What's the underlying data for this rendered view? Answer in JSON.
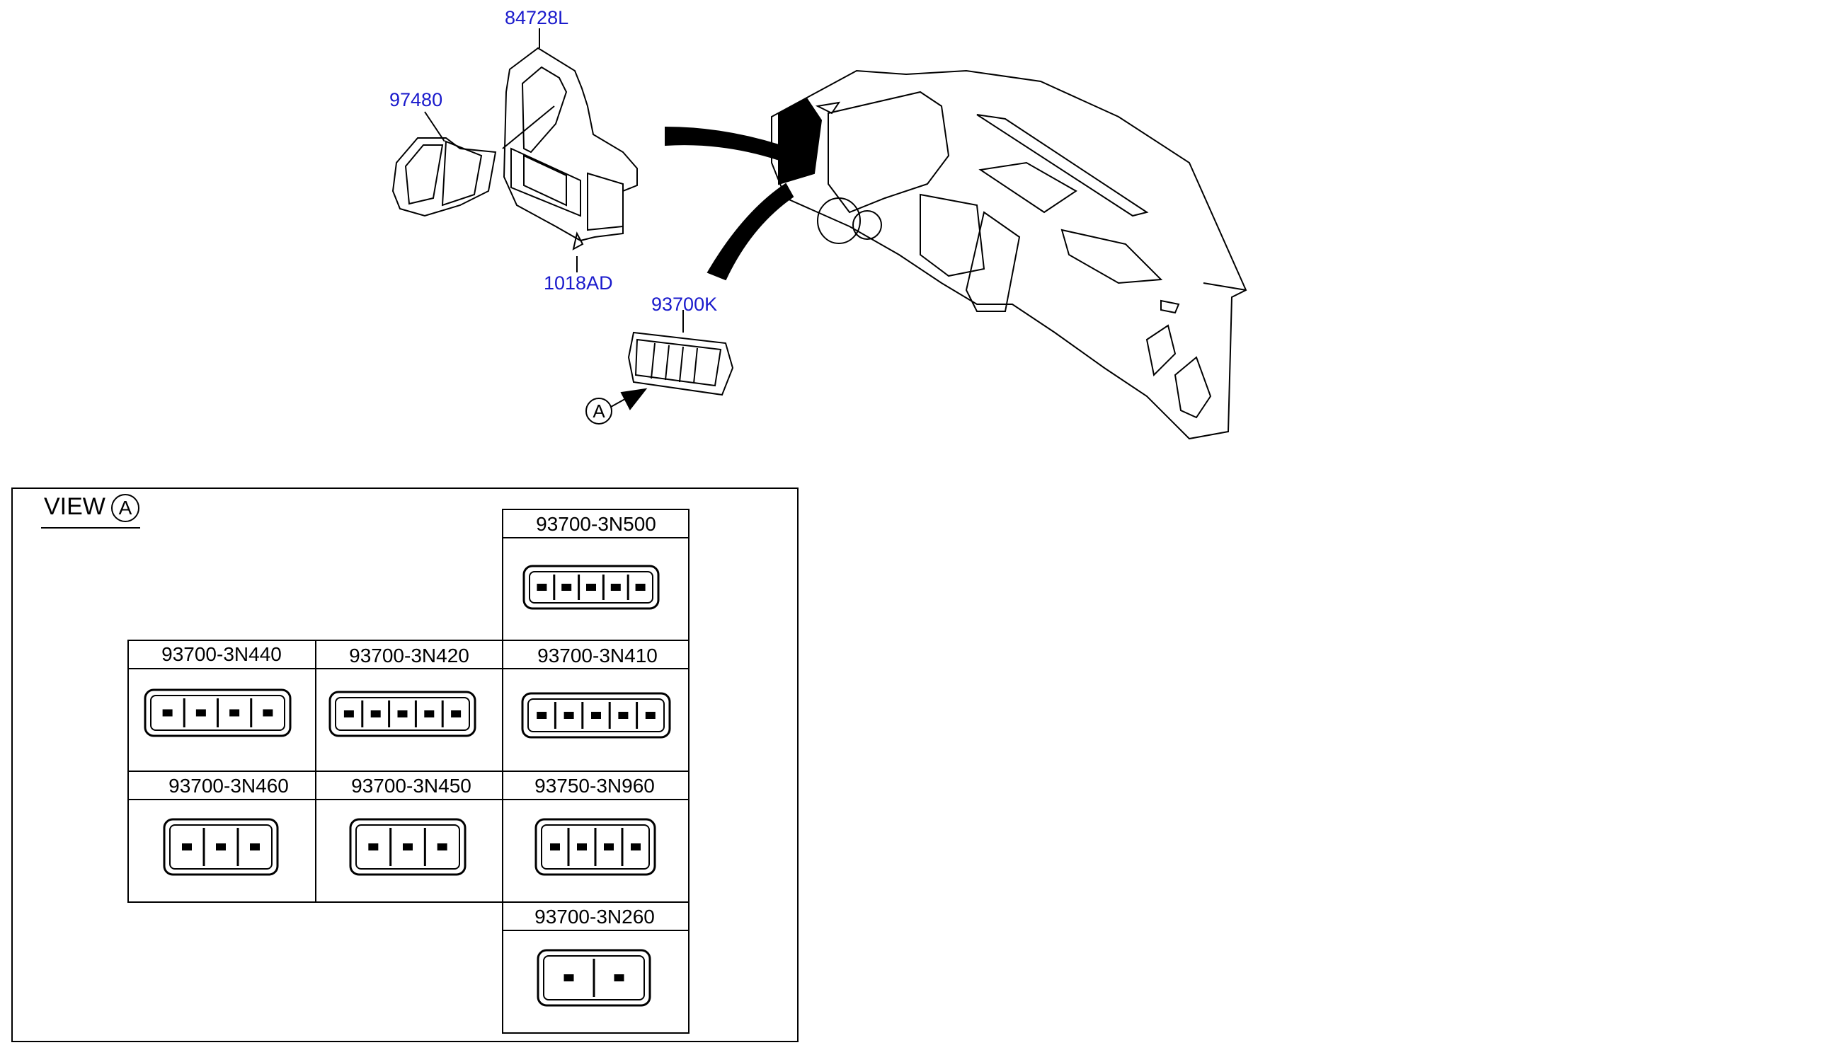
{
  "callouts": {
    "p1": "84728L",
    "p2": "97480",
    "p3": "1018AD",
    "p4": "93700K"
  },
  "view": {
    "title": "VIEW",
    "marker": "A"
  },
  "pointer_marker": "A",
  "variants": [
    {
      "label": "93700-3N500"
    },
    {
      "label": "93700-3N440"
    },
    {
      "label": "93700-3N420"
    },
    {
      "label": "93700-3N410"
    },
    {
      "label": "93700-3N460"
    },
    {
      "label": "93700-3N450"
    },
    {
      "label": "93750-3N960"
    },
    {
      "label": "93700-3N260"
    }
  ],
  "colors": {
    "callout": "#1a1acc",
    "line": "#000000"
  }
}
